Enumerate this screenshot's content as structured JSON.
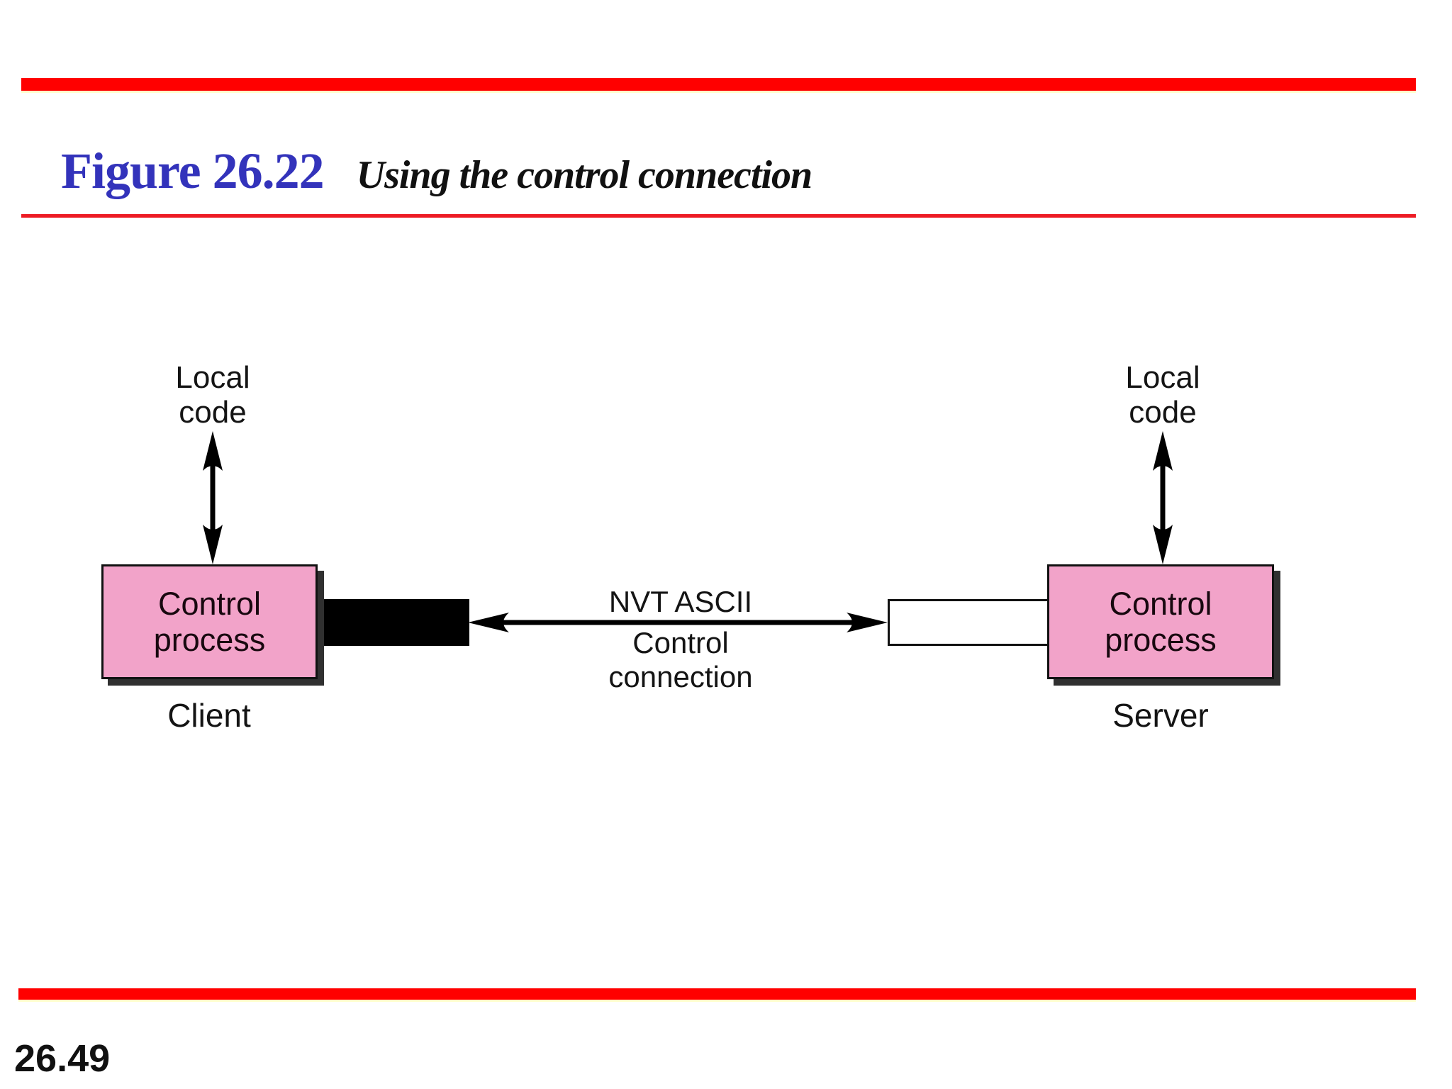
{
  "header": {
    "figure_label": "Figure 26.22",
    "figure_title": "Using the control connection"
  },
  "diagram": {
    "client": {
      "top_label_line1": "Local",
      "top_label_line2": "code",
      "box_line1": "Control",
      "box_line2": "process",
      "caption": "Client"
    },
    "server": {
      "top_label_line1": "Local",
      "top_label_line2": "code",
      "box_line1": "Control",
      "box_line2": "process",
      "caption": "Server"
    },
    "connection": {
      "label_line1": "NVT ASCII",
      "label_line2": "Control",
      "label_line3": "connection"
    }
  },
  "footer": {
    "page_number": "26.49"
  },
  "colors": {
    "accent_red": "#ff0000",
    "rule_red": "#ed1c24",
    "title_blue": "#3333bb",
    "box_pink": "#f2a3c9",
    "shadow_gray": "#303030"
  }
}
